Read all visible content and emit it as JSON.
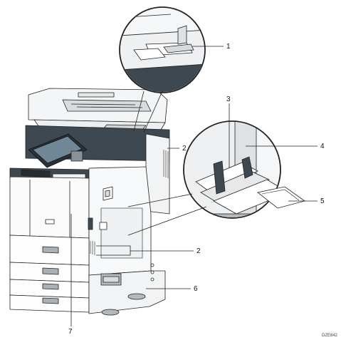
{
  "callouts": [
    {
      "id": "1",
      "label": "1"
    },
    {
      "id": "2a",
      "label": "2"
    },
    {
      "id": "2b",
      "label": "2"
    },
    {
      "id": "3",
      "label": "3"
    },
    {
      "id": "4",
      "label": "4"
    },
    {
      "id": "5",
      "label": "5"
    },
    {
      "id": "6",
      "label": "6"
    },
    {
      "id": "7",
      "label": "7"
    }
  ],
  "figure_code": "DZE842",
  "colors": {
    "body": "#ffffff",
    "outline": "#222222",
    "dark_panel": "#3e4850",
    "accent_gray": "#b4b9bd",
    "inner_gray": "#e1e4e7"
  }
}
